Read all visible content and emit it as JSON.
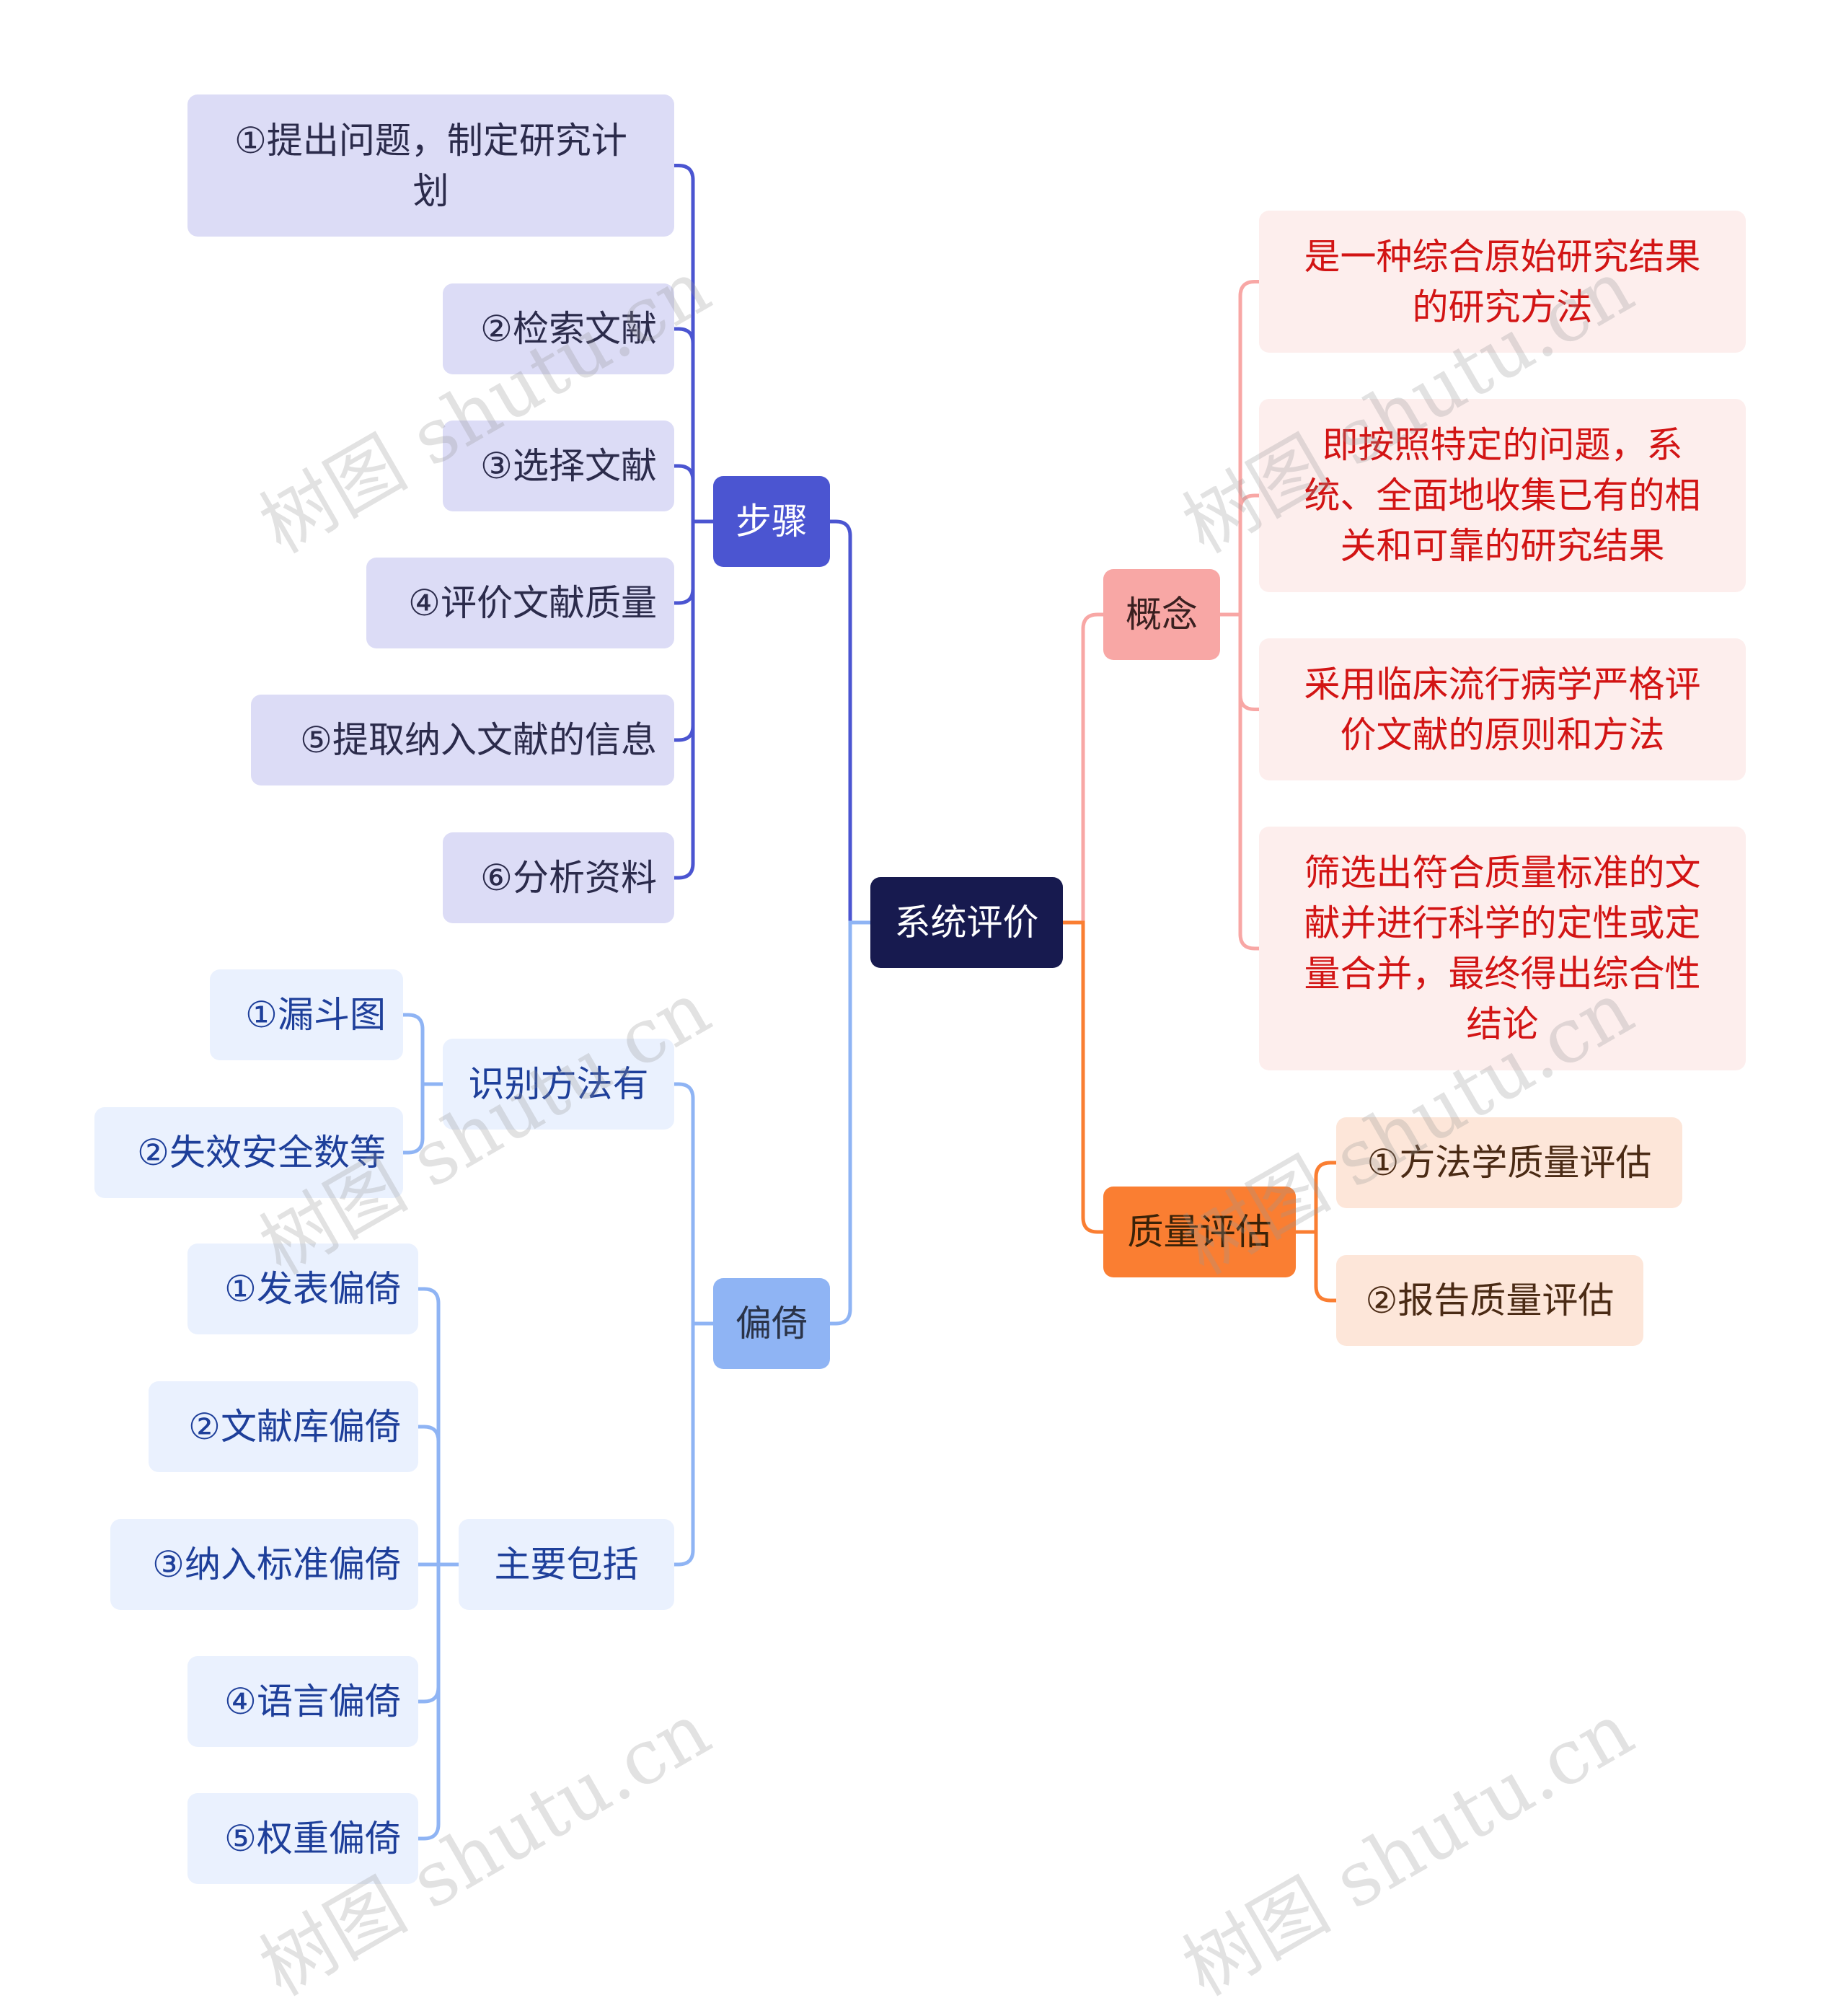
{
  "root": {
    "label": "系统评价"
  },
  "steps": {
    "label": "步骤",
    "items": [
      "①提出问题，制定研究计划",
      "②检索文献",
      "③选择文献",
      "④评价文献质量",
      "⑤提取纳入文献的信息",
      "⑥分析资料"
    ]
  },
  "bias": {
    "label": "偏倚",
    "identify": {
      "label": "识别方法有",
      "items": [
        "①漏斗图",
        "②失效安全数等"
      ]
    },
    "main": {
      "label": "主要包括",
      "items": [
        "①发表偏倚",
        "②文献库偏倚",
        "③纳入标准偏倚",
        "④语言偏倚",
        "⑤权重偏倚"
      ]
    }
  },
  "concept": {
    "label": "概念",
    "items": [
      "是一种综合原始研究结果的研究方法",
      "即按照特定的问题，系统、全面地收集已有的相关和可靠的研究结果",
      "采用临床流行病学严格评价文献的原则和方法",
      "筛选出符合质量标准的文献并进行科学的定性或定量合并，最终得出综合性结论"
    ]
  },
  "quality": {
    "label": "质量评估",
    "items": [
      "①方法学质量评估",
      "②报告质量评估"
    ]
  },
  "watermark": "树图 shutu.cn",
  "colors": {
    "root": "#171a4f",
    "steps": "#4b55d1",
    "bias": "#8fb4f4",
    "concept": "#f8a7a5",
    "quality": "#fa7e32"
  }
}
